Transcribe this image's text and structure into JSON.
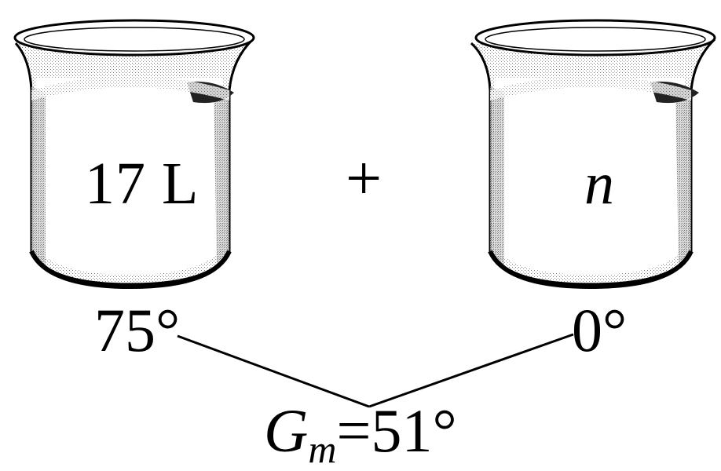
{
  "diagram": {
    "beaker_left": {
      "volume_label": "17 L",
      "temperature_label": "75°"
    },
    "beaker_right": {
      "volume_label": "n",
      "temperature_label": "0°"
    },
    "operator": "+",
    "mixture": {
      "symbol": "G",
      "subscript": "m",
      "equals": "=",
      "value": "51°"
    }
  }
}
